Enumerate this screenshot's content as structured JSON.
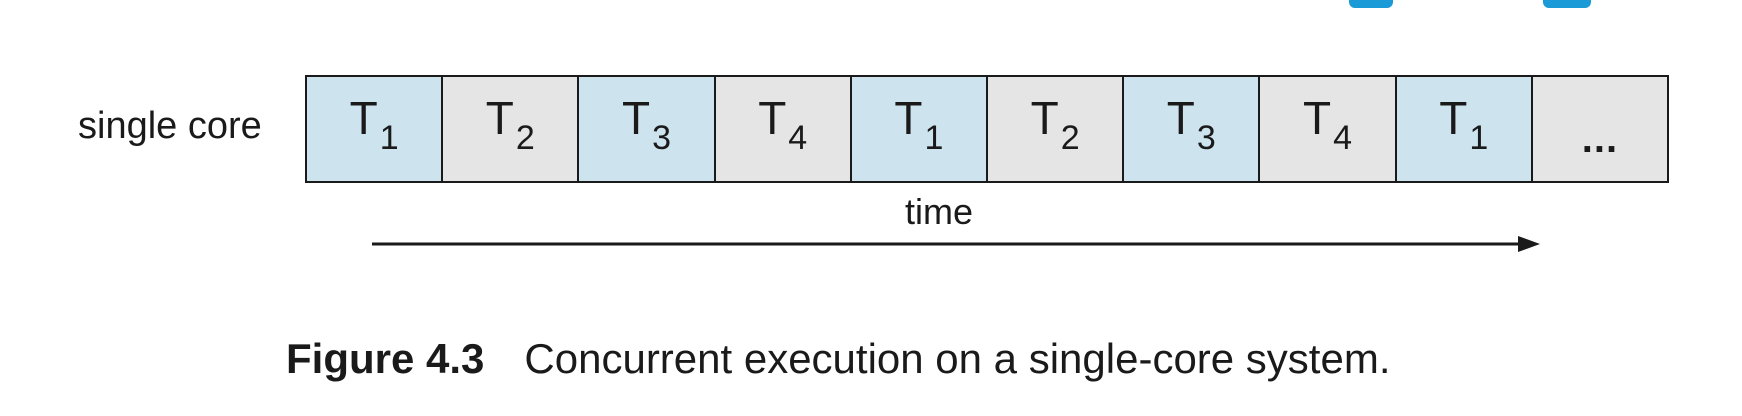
{
  "diagram": {
    "row_label": "single core",
    "slots": [
      {
        "letter": "T",
        "sub": "1",
        "color": "#cde4ef"
      },
      {
        "letter": "T",
        "sub": "2",
        "color": "#e5e5e5"
      },
      {
        "letter": "T",
        "sub": "3",
        "color": "#cde4ef"
      },
      {
        "letter": "T",
        "sub": "4",
        "color": "#e5e5e5"
      },
      {
        "letter": "T",
        "sub": "1",
        "color": "#cde4ef"
      },
      {
        "letter": "T",
        "sub": "2",
        "color": "#e5e5e5"
      },
      {
        "letter": "T",
        "sub": "3",
        "color": "#cde4ef"
      },
      {
        "letter": "T",
        "sub": "4",
        "color": "#e5e5e5"
      },
      {
        "letter": "T",
        "sub": "1",
        "color": "#cde4ef"
      }
    ],
    "ellipsis": "...",
    "ellipsis_color": "#e5e5e5",
    "time_label": "time"
  },
  "caption": {
    "number": "Figure 4.3",
    "text": "Concurrent execution on a single-core system."
  },
  "colors": {
    "thread_blue": "#cde4ef",
    "thread_gray": "#e5e5e5",
    "accent": "#1a9ad6",
    "ink": "#1a1a1a"
  }
}
